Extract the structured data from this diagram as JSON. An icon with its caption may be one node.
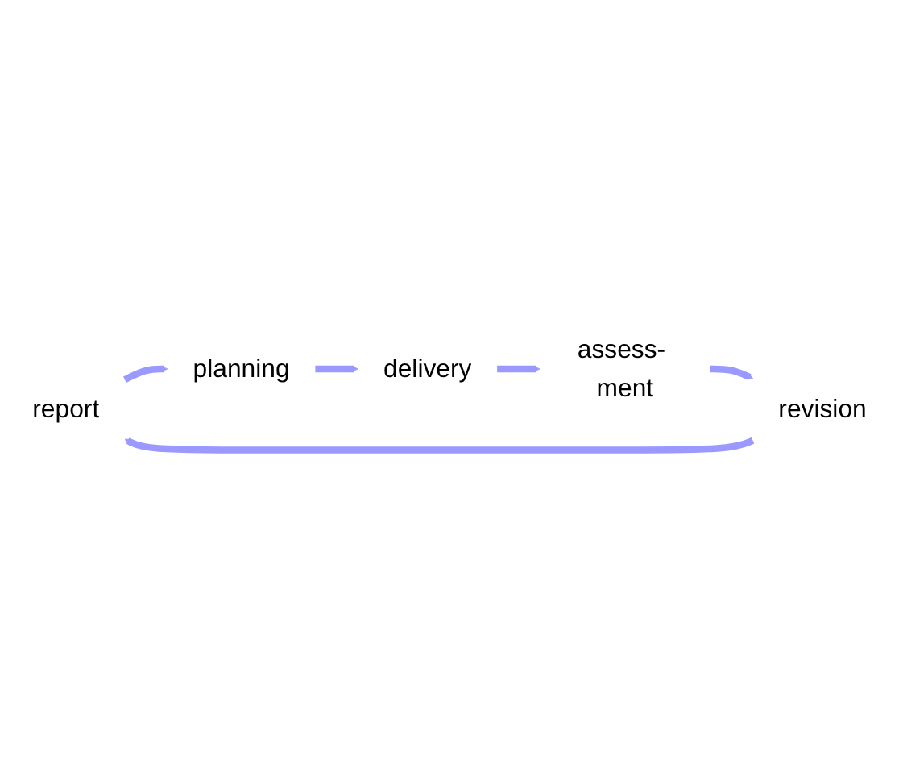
{
  "diagram": {
    "nodes": [
      {
        "text": [
          "report"
        ]
      },
      {
        "text": [
          "planning"
        ]
      },
      {
        "text": [
          "delivery"
        ]
      },
      {
        "text": [
          "assess- ment"
        ]
      },
      {
        "text": [
          "revision"
        ]
      }
    ],
    "edges": [
      {
        "from": 0,
        "to": 1,
        "arrow": "to"
      },
      {
        "from": 1,
        "to": 2,
        "arrow": "to"
      },
      {
        "from": 2,
        "to": 3,
        "arrow": "to"
      },
      {
        "from": 3,
        "to": 4,
        "arrow": "to"
      },
      {
        "from": 4,
        "to": 0,
        "arrow": "to"
      }
    ]
  }
}
